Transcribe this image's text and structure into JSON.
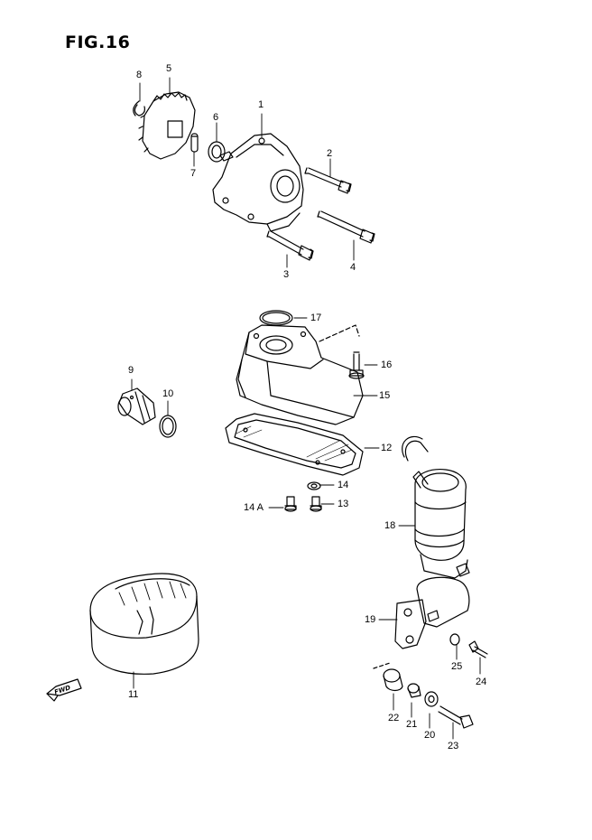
{
  "figure": {
    "title": "FIG.16",
    "fwd_label": "FWD"
  },
  "callouts": [
    {
      "id": "c1",
      "label": "1"
    },
    {
      "id": "c2",
      "label": "2"
    },
    {
      "id": "c3",
      "label": "3"
    },
    {
      "id": "c4",
      "label": "4"
    },
    {
      "id": "c5",
      "label": "5"
    },
    {
      "id": "c6",
      "label": "6"
    },
    {
      "id": "c7",
      "label": "7"
    },
    {
      "id": "c8",
      "label": "8"
    },
    {
      "id": "c9",
      "label": "9"
    },
    {
      "id": "c10",
      "label": "10"
    },
    {
      "id": "c11",
      "label": "11"
    },
    {
      "id": "c12",
      "label": "12"
    },
    {
      "id": "c13",
      "label": "13"
    },
    {
      "id": "c14",
      "label": "14"
    },
    {
      "id": "c14a",
      "label": "14 A"
    },
    {
      "id": "c15",
      "label": "15"
    },
    {
      "id": "c16",
      "label": "16"
    },
    {
      "id": "c17",
      "label": "17"
    },
    {
      "id": "c18",
      "label": "18"
    },
    {
      "id": "c19",
      "label": "19"
    },
    {
      "id": "c20",
      "label": "20"
    },
    {
      "id": "c21",
      "label": "21"
    },
    {
      "id": "c22",
      "label": "22"
    },
    {
      "id": "c23",
      "label": "23"
    },
    {
      "id": "c24",
      "label": "24"
    },
    {
      "id": "c25",
      "label": "25"
    }
  ]
}
